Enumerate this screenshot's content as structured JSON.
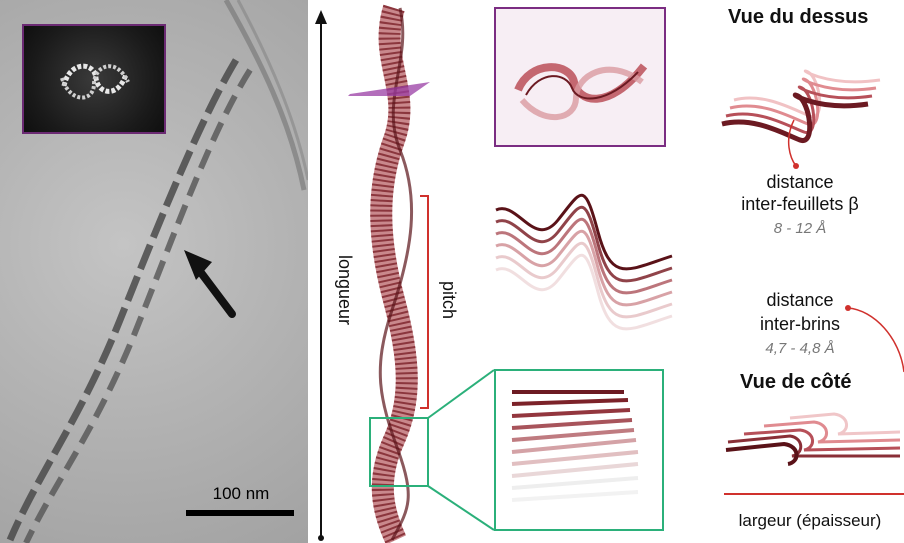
{
  "scale_bar": {
    "label": "100 nm"
  },
  "axis": {
    "length_label": "longueur",
    "pitch_label": "pitch"
  },
  "top_view": {
    "title": "Vue du dessus",
    "distance_line1": "distance",
    "distance_line2": "inter-feuillets β",
    "distance_value": "8 - 12 Å"
  },
  "strand_distance": {
    "line1": "distance",
    "line2": "inter-brins",
    "value": "4,7 - 4,8 Å"
  },
  "side_view": {
    "title": "Vue de côté",
    "width_label": "largeur (épaisseur)"
  },
  "colors": {
    "purple_box": "#7b2d82",
    "green_box": "#2bb07a",
    "red_bracket": "#d0312d",
    "fibril_dark": "#5a1218",
    "fibril_light": "#d9a5a8"
  }
}
